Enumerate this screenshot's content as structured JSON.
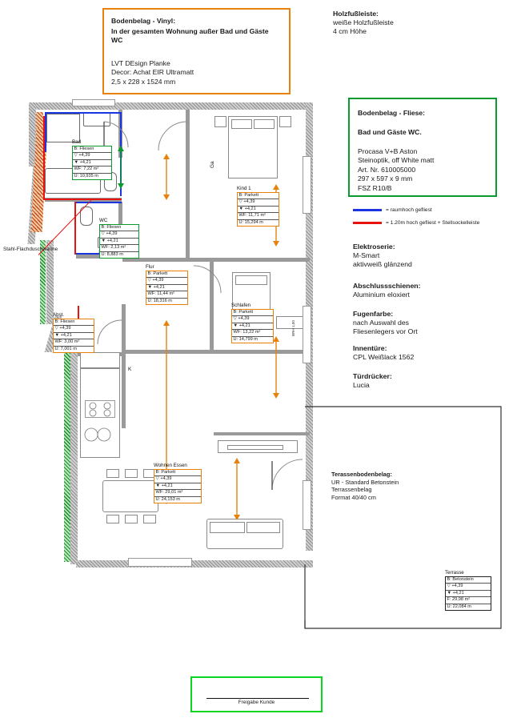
{
  "callouts": {
    "vinyl": {
      "title": "Bodenbelag - Vinyl:",
      "subtitle": "In der gesamten Wohnung außer Bad und Gäste WC",
      "body": "LVT DEsign Planke\nDecor: Achat EIR Ultramatt\n2,5 x 228 x 1524 mm",
      "color": "#E8820C"
    },
    "holzfussleiste": {
      "title": "Holzfußleiste:",
      "body": "weiße Holzfußleiste\n4 cm Höhe"
    },
    "fliese": {
      "title": "Bodenbelag - Fliese:",
      "subtitle": "Bad und Gäste WC.",
      "body": "Procasa V+B Aston\nSteinoptik, off White matt\nArt. Nr. 610005000\n297 x 597 x 9 mm\nFSZ R10/B",
      "color": "#0A9A2E"
    },
    "terrasse": {
      "title": "Terassenbodenbelag:",
      "body": "UR - Standard Betonstein\nTerrassenbelag\nFormat 40/40 cm"
    }
  },
  "legend": [
    {
      "color": "#1B36E0",
      "label": "= raumhoch gefliest"
    },
    {
      "color": "#E8130E",
      "label": "= 1.20m hoch gefliest + Stellsockelleiste"
    }
  ],
  "specs": [
    {
      "title": "Elektroserie:",
      "body": "M-Smart\naktivweiß glänzend"
    },
    {
      "title": "Abschlussschienen:",
      "body": "Aluminium eloxiert"
    },
    {
      "title": "Fugenfarbe:",
      "body": "nach Auswahl des\nFliesenlegers vor Ort"
    },
    {
      "title": "Innentüre:",
      "body": "CPL Weißlack 1562"
    },
    {
      "title": "Türdrücker:",
      "body": "Lucia"
    }
  ],
  "rooms": [
    {
      "key": "bad",
      "name": "Bad",
      "frame": "green",
      "rows": [
        "B: Fliesen",
        "▽ +4,39",
        "▼ +4,21",
        "WF: 7,22 m²",
        "U: 10,935 m"
      ]
    },
    {
      "key": "wc",
      "name": "WC",
      "frame": "green",
      "rows": [
        "B: Fliesen",
        "▽ +4,39",
        "▼ +4,21",
        "WF: 2,13 m²",
        "U: 8,883 m"
      ]
    },
    {
      "key": "abst",
      "name": "Abst.",
      "frame": "orange",
      "rows": [
        "B: Fliesen",
        "▽ +4,39",
        "▼ +4,21",
        "WF: 3,00 m²",
        "U: 7,001 m"
      ]
    },
    {
      "key": "flur",
      "name": "Flur",
      "frame": "orange",
      "rows": [
        "B: Parkett",
        "▽ +4,39",
        "▼ +4,21",
        "WF: 11,44 m²",
        "U: 18,316 m"
      ]
    },
    {
      "key": "kind1",
      "name": "Kind 1",
      "frame": "orange",
      "rows": [
        "B: Parkett",
        "▽ +4,39",
        "▼ +4,21",
        "WF: 11,71 m²",
        "U: 15,294 m"
      ]
    },
    {
      "key": "schlafen",
      "name": "Schlafen",
      "frame": "orange",
      "rows": [
        "B: Parkett",
        "▽ +4,39",
        "▼ +4,21",
        "WF: 13,22 m²",
        "U: 14,799 m"
      ]
    },
    {
      "key": "wohnen",
      "name": "Wohnen Essen",
      "frame": "orange",
      "rows": [
        "B: Parkett",
        "▽ +4,39",
        "▼ +4,21",
        "WF: 29,01 m²",
        "U: 24,153 m"
      ]
    },
    {
      "key": "terrasse",
      "name": "Terrasse",
      "frame": "thin",
      "rows": [
        "B: Betonstein",
        "▽ +4,39",
        "▼ +4,21",
        "F: 29,98 m²",
        "U: 22,084 m"
      ]
    }
  ],
  "plan_labels": {
    "ga": "Ga",
    "shower_note": "Stahl-Flachduschwanne",
    "dim_right": "BRH 1,00"
  },
  "approval": {
    "label": "Freigabe Kunde",
    "color": "#0AD61F"
  }
}
